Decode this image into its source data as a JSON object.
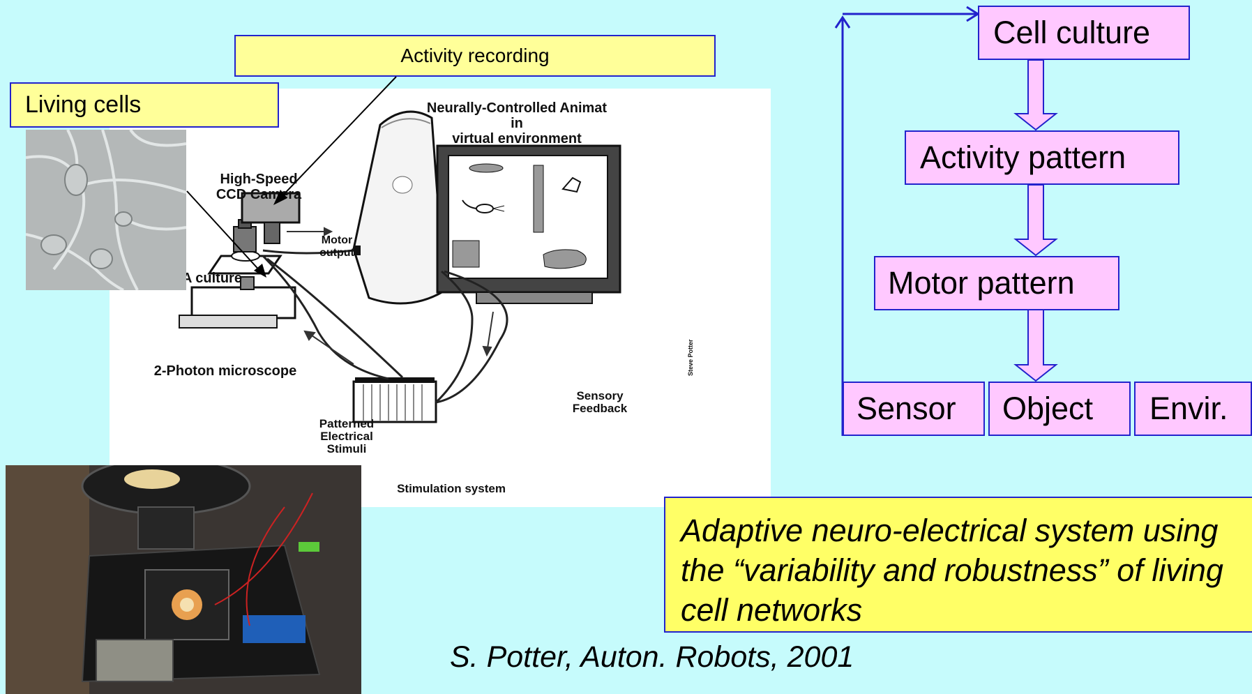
{
  "labels": {
    "activity_recording": "Activity recording",
    "living_cells": "Living cells"
  },
  "diagram": {
    "animat_title_1": "Neurally-Controlled Animat",
    "animat_title_2": "in",
    "animat_title_3": "virtual environment",
    "camera_1": "High-Speed",
    "camera_2": "CCD Camera",
    "motor_output_1": "Motor",
    "motor_output_2": "output",
    "culture": "A culture",
    "microscope": "2-Photon microscope",
    "sensory_1": "Sensory",
    "sensory_2": "Feedback",
    "stimuli_1": "Patterned",
    "stimuli_2": "Electrical",
    "stimuli_3": "Stimuli",
    "stim_system": "Stimulation system",
    "artist": "Steve Potter"
  },
  "flow": {
    "cell_culture": "Cell culture",
    "activity_pattern": "Activity pattern",
    "motor_pattern": "Motor pattern",
    "sensor": "Sensor",
    "object": "Object",
    "envir": "Envir."
  },
  "caption": {
    "line1": "Adaptive neuro-electrical system using",
    "line2": "the “variability and robustness” of living",
    "line3": "cell networks"
  },
  "citation": "S. Potter, Auton. Robots, 2001",
  "colors": {
    "background": "#c6fbfc",
    "label_yellow": "#ffff99",
    "caption_yellow": "#ffff66",
    "flow_pink": "#ffc8ff",
    "border_blue": "#2222cc"
  }
}
